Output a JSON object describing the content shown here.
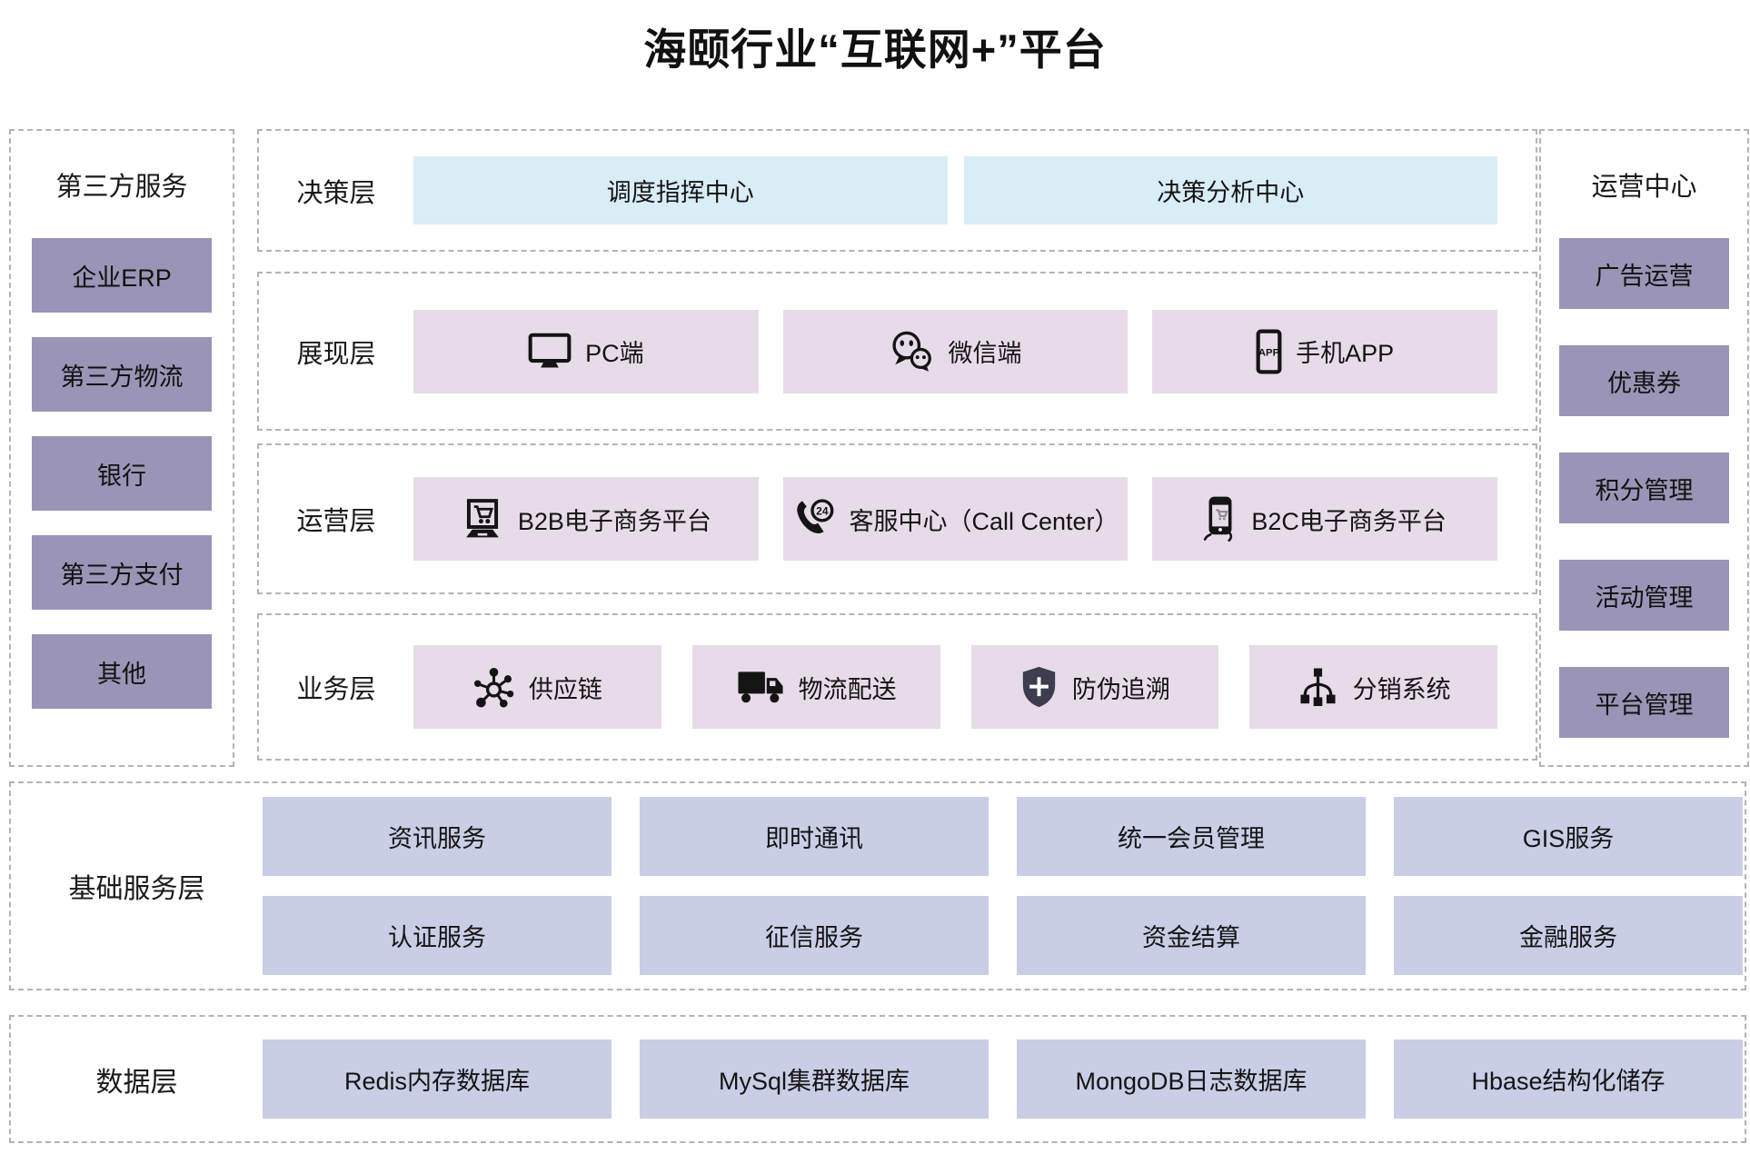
{
  "title": "海颐行业“互联网+”平台",
  "left_panel": {
    "header": "第三方服务",
    "items": [
      "企业ERP",
      "第三方物流",
      "银行",
      "第三方支付",
      "其他"
    ]
  },
  "right_panel": {
    "header": "运营中心",
    "items": [
      "广告运营",
      "优惠券",
      "积分管理",
      "活动管理",
      "平台管理"
    ]
  },
  "layers": [
    {
      "label": "决策层",
      "items": [
        {
          "text": "调度指挥中心"
        },
        {
          "text": "决策分析中心"
        }
      ]
    },
    {
      "label": "展现层",
      "items": [
        {
          "icon": "monitor-icon",
          "text": "PC端"
        },
        {
          "icon": "wechat-icon",
          "text": "微信端"
        },
        {
          "icon": "phone-app-icon",
          "text": "手机APP"
        }
      ]
    },
    {
      "label": "运营层",
      "items": [
        {
          "icon": "laptop-cart-icon",
          "text": "B2B电子商务平台"
        },
        {
          "icon": "phone-24-icon",
          "text": "客服中心（Call Center）"
        },
        {
          "icon": "mobile-cart-icon",
          "text": "B2C电子商务平台"
        }
      ]
    },
    {
      "label": "业务层",
      "items": [
        {
          "icon": "network-icon",
          "text": "供应链"
        },
        {
          "icon": "truck-icon",
          "text": "物流配送"
        },
        {
          "icon": "shield-icon",
          "text": "防伪追溯"
        },
        {
          "icon": "hierarchy-icon",
          "text": "分销系统"
        }
      ]
    }
  ],
  "base_service_layer": {
    "label": "基础服务层",
    "rows": [
      [
        "资讯服务",
        "即时通讯",
        "统一会员管理",
        "GIS服务"
      ],
      [
        "认证服务",
        "征信服务",
        "资金结算",
        "金融服务"
      ]
    ]
  },
  "data_layer": {
    "label": "数据层",
    "items": [
      "Redis内存数据库",
      "MySql集群数据库",
      "MongoDB日志数据库",
      "Hbase结构化储存"
    ]
  },
  "colors": {
    "purple_box": "#9a94b6",
    "blue_box": "#d9edf7",
    "pink_box": "#e8dbe9",
    "periwinkle_box": "#c9cde5",
    "border_dash": "#b4b4b4",
    "shield_fill": "#3d3d4f",
    "icon_black": "#141414"
  }
}
